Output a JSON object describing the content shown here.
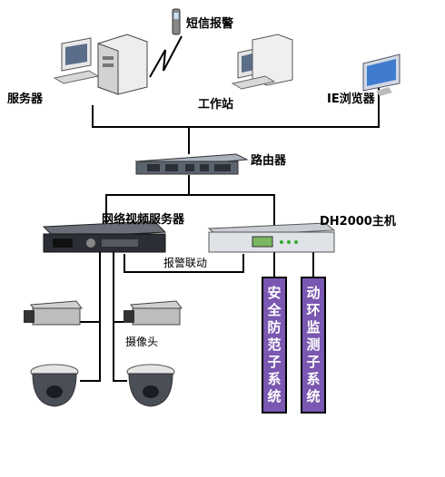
{
  "labels": {
    "sms_alarm": "短信报警",
    "server": "服务器",
    "workstation": "工作站",
    "ie_browser": "IE浏览器",
    "router": "路由器",
    "network_video_server": "网络视频服务器",
    "dh2000_host": "DH2000主机",
    "alarm_link": "报警联动",
    "camera": "摄像头"
  },
  "subsystems": [
    {
      "chars": [
        "安",
        "全",
        "防",
        "范",
        "子",
        "系",
        "统"
      ]
    },
    {
      "chars": [
        "动",
        "环",
        "监",
        "测",
        "子",
        "系",
        "统"
      ]
    }
  ],
  "colors": {
    "subsystem_fill": "#7a57b0",
    "line": "#000000"
  }
}
